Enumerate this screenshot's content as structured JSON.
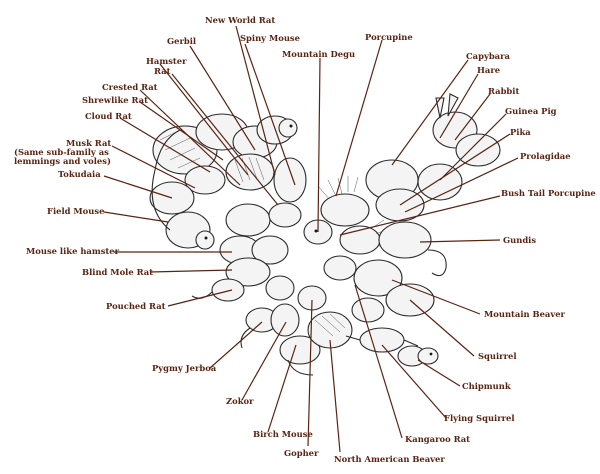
{
  "labels": {
    "new_world_rat": "New World Rat",
    "gerbil": "Gerbil",
    "spiny_mouse": "Spiny Mouse",
    "mountain_degu": "Mountain Degu",
    "porcupine": "Porcupine",
    "hamster": "Hamster",
    "rat": "Rat",
    "capybara": "Capybara",
    "hare": "Hare",
    "crested_rat": "Crested Rat",
    "rabbit": "Rabbit",
    "shrewlike_rat": "Shrewlike Rat",
    "guinea_pig": "Guinea Pig",
    "cloud_rat": "Cloud Rat",
    "pika": "Pika",
    "musk_rat": "Musk Rat",
    "musk_rat_note": "(Same sub-family as lemmings and voles)",
    "prolagidae": "Prolagidae",
    "tokudaia": "Tokudaia",
    "bush_tail_porcupine": "Bush Tail Porcupine",
    "field_mouse": "Field Mouse",
    "gundis": "Gundis",
    "mouse_like_hamster": "Mouse like hamster",
    "blind_mole_rat": "Blind Mole Rat",
    "pouched_rat": "Pouched Rat",
    "mountain_beaver": "Mountain Beaver",
    "squirrel": "Squirrel",
    "pygmy_jerboa": "Pygmy Jerboa",
    "chipmunk": "Chipmunk",
    "zokor": "Zokor",
    "flying_squirrel": "Flying Squirrel",
    "kangaroo_rat": "Kangaroo Rat",
    "birch_mouse": "Birch Mouse",
    "gopher": "Gopher",
    "north_american_beaver": "North American Beaver"
  },
  "colors": {
    "label_text": "#5a2412",
    "leader_line": "#5a2412",
    "illustration_ink": "#2a2a2a",
    "background": "#ffffff"
  }
}
